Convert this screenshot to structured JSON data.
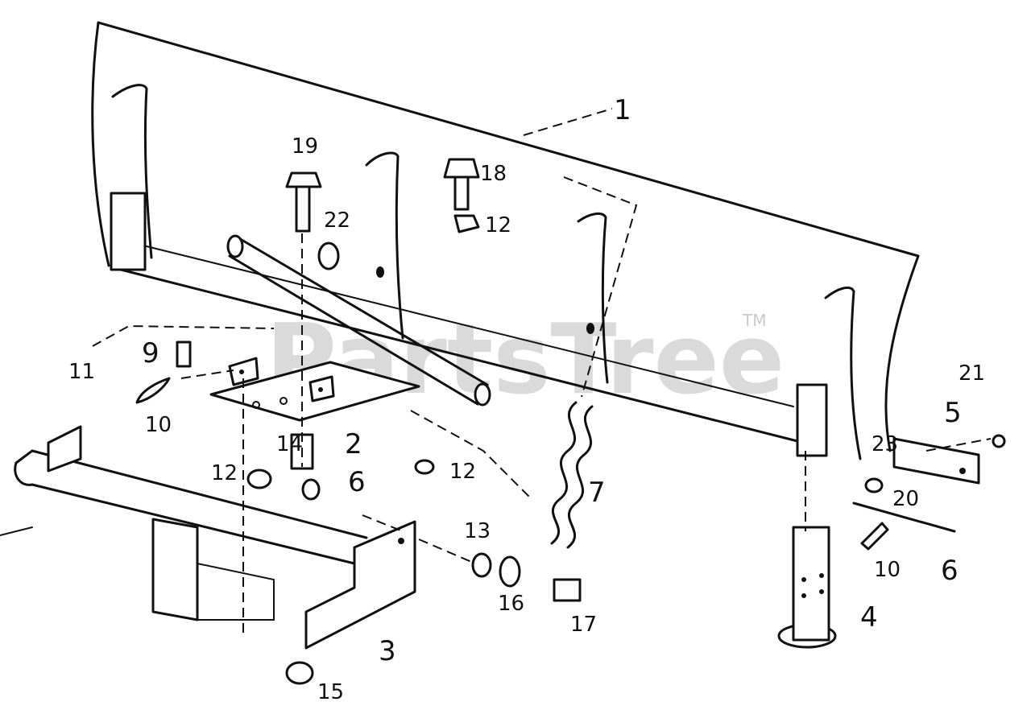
{
  "watermark": {
    "text": "PartsTree",
    "trademark": "TM"
  },
  "callouts": {
    "c1": "1",
    "c2": "2",
    "c3": "3",
    "c4": "4",
    "c5": "5",
    "c6a": "6",
    "c6b": "6",
    "c7": "7",
    "c9": "9",
    "c10a": "10",
    "c10b": "10",
    "c11": "11",
    "c12a": "12",
    "c12b": "12",
    "c12c": "12",
    "c13": "13",
    "c14": "14",
    "c15": "15",
    "c16": "16",
    "c17": "17",
    "c18": "18",
    "c19": "19",
    "c20": "20",
    "c21": "21",
    "c22": "22",
    "c23": "23"
  }
}
